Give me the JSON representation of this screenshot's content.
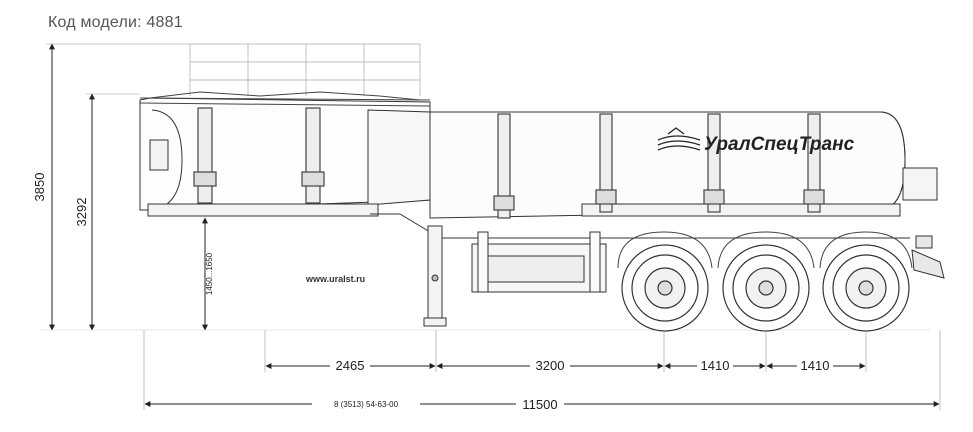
{
  "model_label": "Код модели: 4881",
  "brand": "УралСпецТранс",
  "website": "www.uralst.ru",
  "part_number": "8 (3513) 54-63-00",
  "dimensions": {
    "overall_height": "3850",
    "body_height": "3292",
    "coupling_height": "1450...1650",
    "kingpin_to_support": "2465",
    "support_to_axle": "3200",
    "axle_spacing_1": "1410",
    "axle_spacing_2": "1410",
    "overall_length": "11500"
  }
}
